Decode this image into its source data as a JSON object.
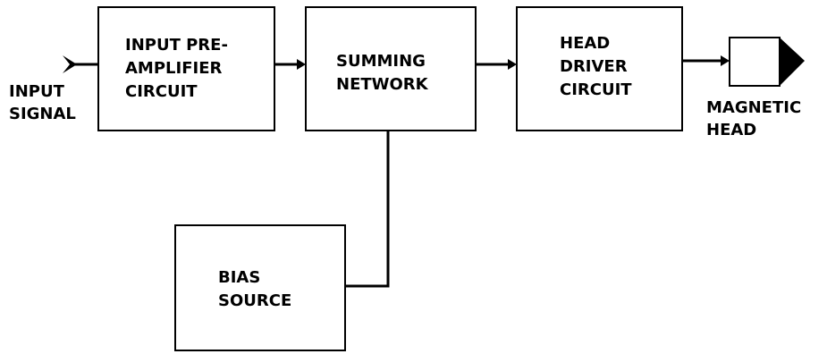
{
  "diagram": {
    "input_terminal_label": [
      "INPUT",
      "SIGNAL"
    ],
    "output_label": [
      "MAGNETIC",
      "HEAD"
    ],
    "blocks": {
      "preamp": [
        "INPUT PRE-",
        "AMPLIFIER",
        "CIRCUIT"
      ],
      "summing": [
        "SUMMING",
        "NETWORK"
      ],
      "head_driver": [
        "HEAD",
        "DRIVER",
        "CIRCUIT"
      ],
      "bias": [
        "BIAS",
        "SOURCE"
      ]
    }
  }
}
